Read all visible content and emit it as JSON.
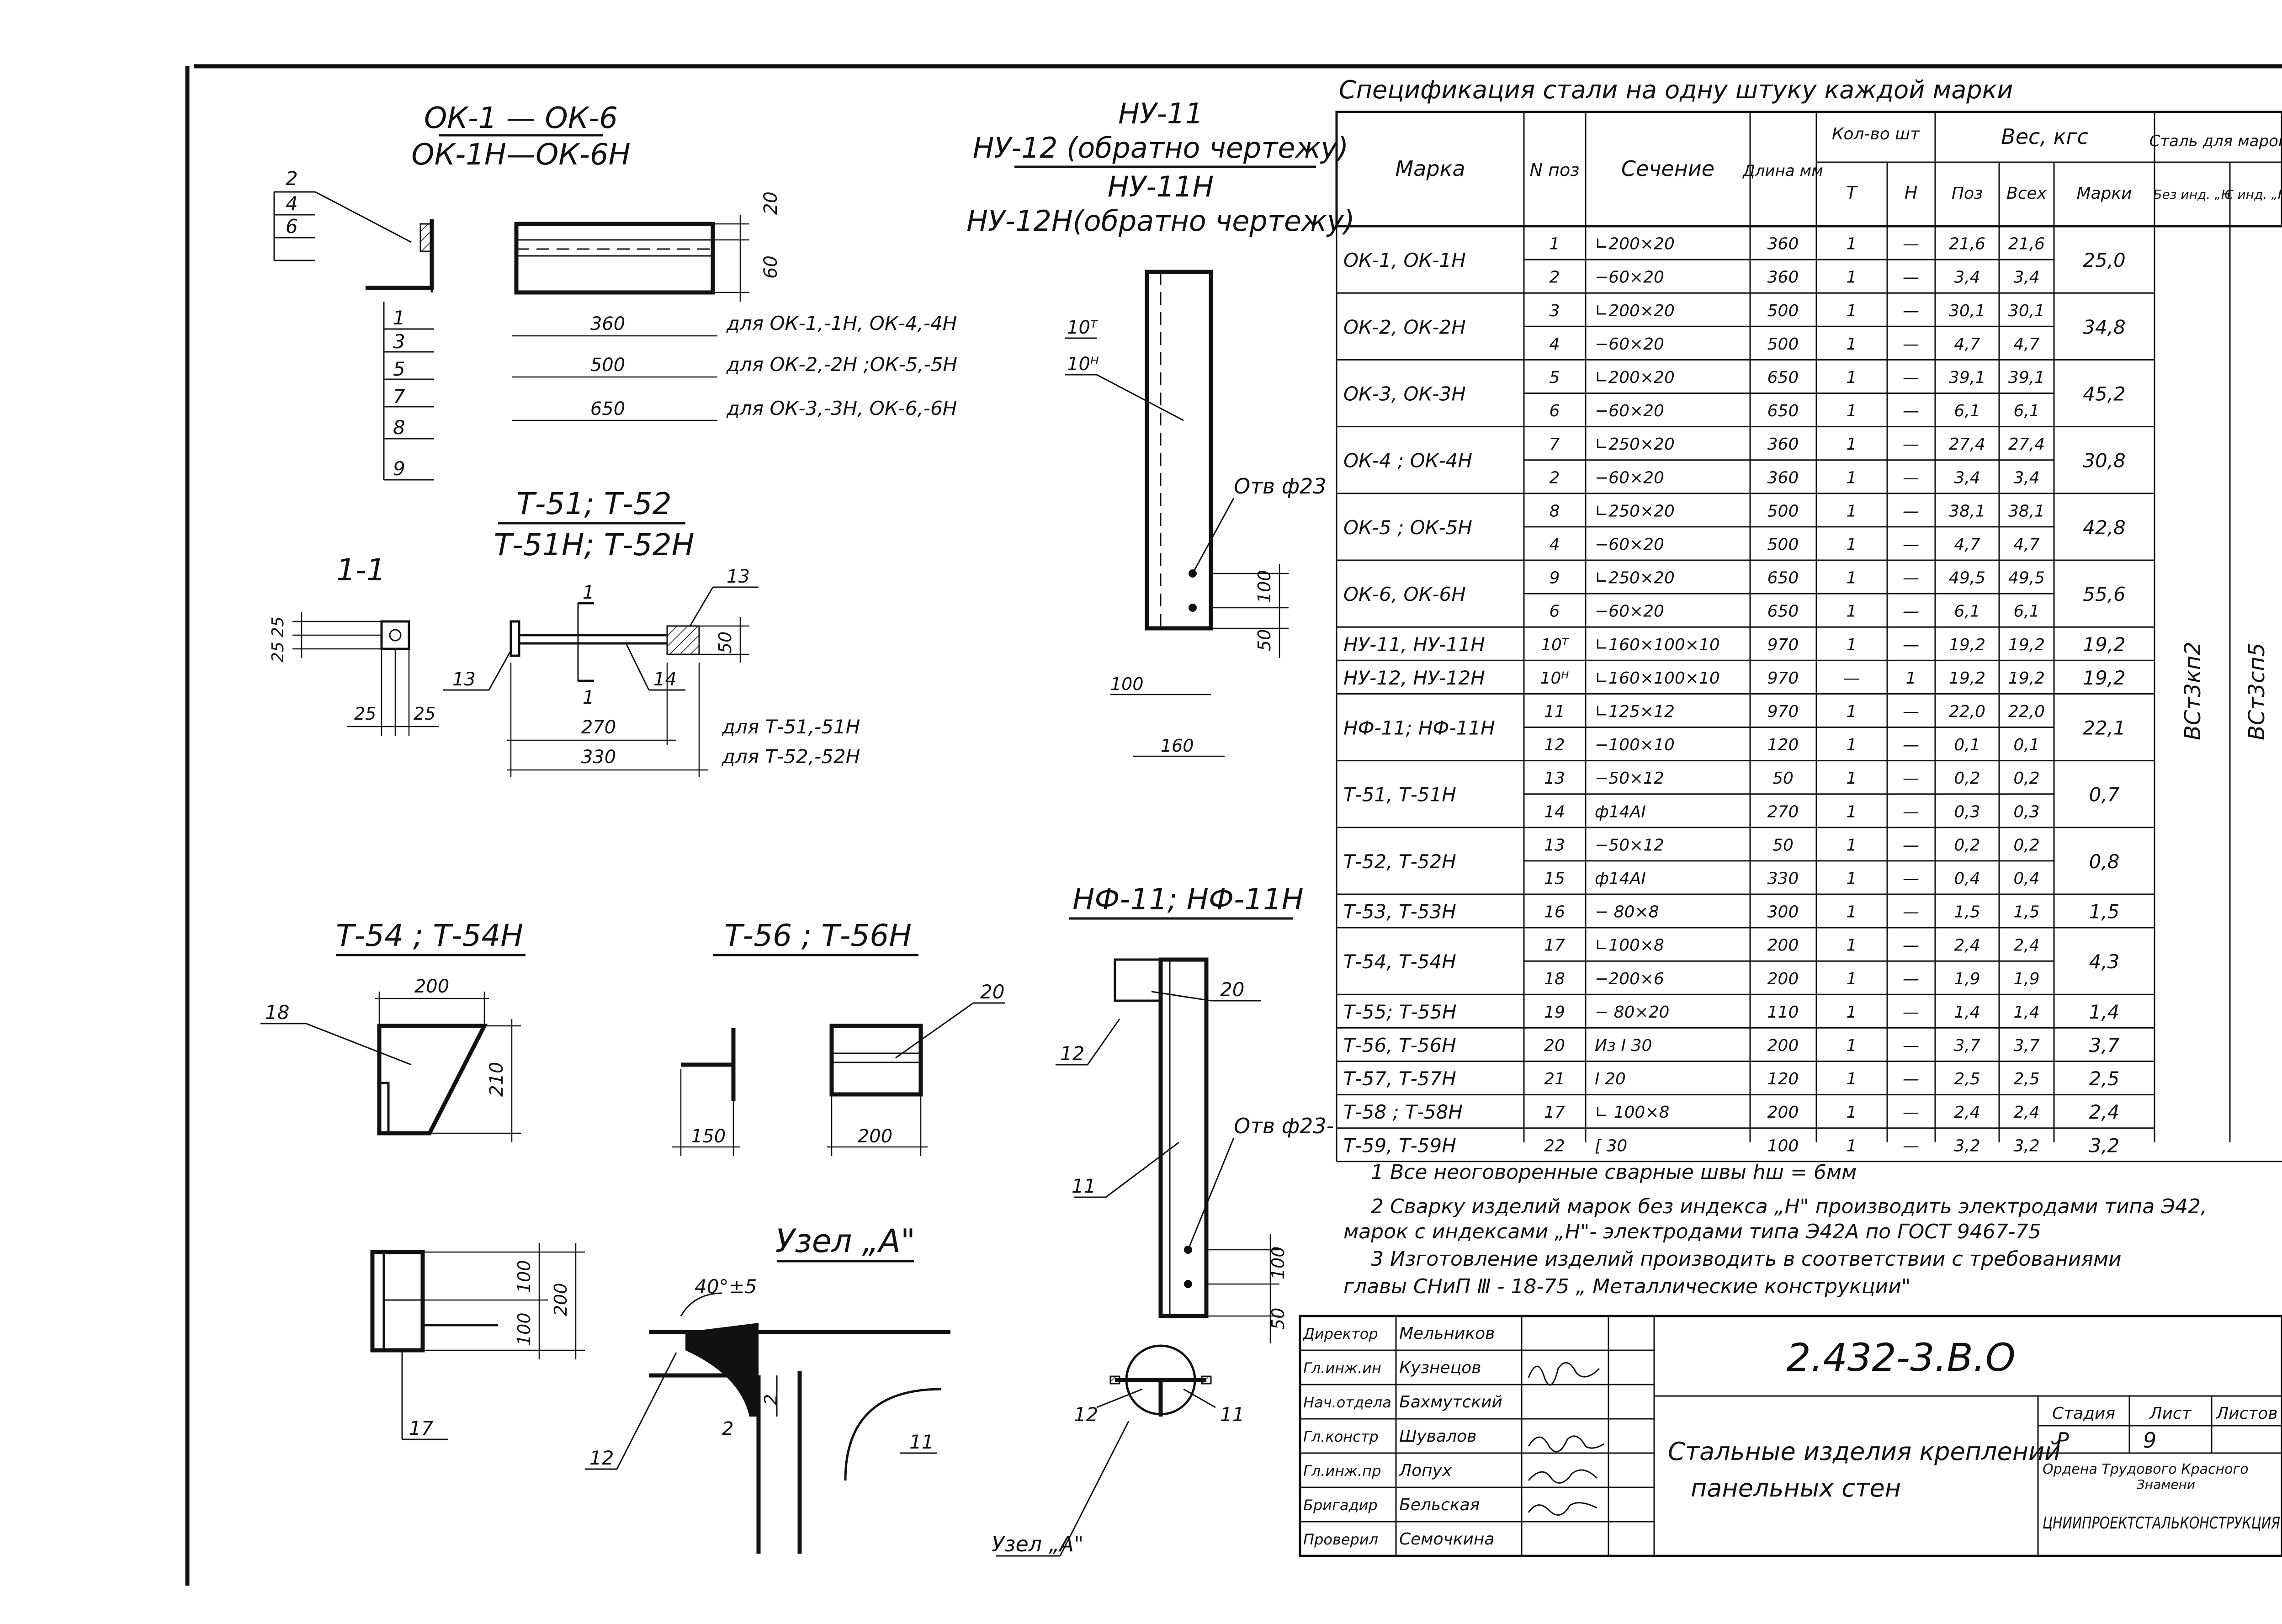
{
  "sheet": {
    "code": "2.432-3.В.О",
    "title_line1": "Стальные изделия креплений",
    "title_line2": "панельных стен",
    "stage_label": "Стадия",
    "stage_value": "Р",
    "sheet_label": "Лист",
    "sheet_value": "9",
    "sheets_label": "Листов",
    "org_line1": "Ордена Трудового Красного",
    "org_line2": "Знамени",
    "org_name": "ЦНИИПРОЕКТСТАЛЬКОНСТРУКЦИЯ"
  },
  "stamp": {
    "rows": [
      {
        "role": "Директор",
        "name": "Мельников"
      },
      {
        "role": "Гл.инж.ин",
        "name": "Кузнецов"
      },
      {
        "role": "Нач.отдела",
        "name": "Бахмутский"
      },
      {
        "role": "Гл.констр",
        "name": "Шувалов"
      },
      {
        "role": "Гл.инж.пр",
        "name": "Лопух"
      },
      {
        "role": "Бригадир",
        "name": "Бельская"
      },
      {
        "role": "Проверил",
        "name": "Семочкина"
      }
    ]
  },
  "drawings": {
    "ok": {
      "title": "ОК-1 — ОК-6",
      "subtitle": "ОК-1Н—ОК-6Н",
      "pos_top": [
        "2",
        "4",
        "6"
      ],
      "pos_bottom": [
        "1",
        "3",
        "5",
        "7",
        "8",
        "9"
      ],
      "dim_20": "20",
      "dim_60": "60",
      "lengths": [
        {
          "value": "360",
          "note": "для ОК-1,-1Н, ОК-4,-4Н"
        },
        {
          "value": "500",
          "note": "для ОК-2,-2Н ;ОК-5,-5Н"
        },
        {
          "value": "650",
          "note": "для ОК-3,-3Н, ОК-6,-6Н"
        }
      ]
    },
    "t51": {
      "title": "Т-51; Т-52",
      "subtitle": "Т-51Н; Т-52Н",
      "section_label": "1-1",
      "dims_section": [
        "25",
        "25",
        "25",
        "25"
      ],
      "pos": [
        "13",
        "13",
        "14"
      ],
      "cut_label": "1",
      "dim_50": "50",
      "lengths": [
        {
          "value": "270",
          "note": "для Т-51,-51Н"
        },
        {
          "value": "330",
          "note": "для Т-52,-52Н"
        }
      ]
    },
    "ny": {
      "title1": "НУ-11",
      "title2": "НУ-12 (обратно чертежу)",
      "title3": "НУ-11Н",
      "title4": "НУ-12Н(обратно чертежу)",
      "pos_t": "10ᵀ",
      "pos_h": "10ᴴ",
      "hole": "Отв ф23",
      "dim_100": "100",
      "dim_50": "50",
      "dim_100b": "100",
      "dim_160": "160"
    },
    "nf": {
      "title": "НФ-11; НФ-11Н",
      "pos_12": "12",
      "pos_20": "20",
      "pos_11": "11",
      "hole": "Отв ф23-",
      "dim_100": "100",
      "dim_50": "50",
      "node_label": "Узел „А\"",
      "pos_12b": "12",
      "pos_11b": "11"
    },
    "t54": {
      "title": "Т-54 ; Т-54Н",
      "pos": "18",
      "dim_200": "200",
      "dim_210": "210"
    },
    "t56": {
      "title": "Т-56 ; Т-56Н",
      "pos": "20",
      "dim_150": "150",
      "dim_200": "200"
    },
    "t57": {
      "pos": "17",
      "dim_100a": "100",
      "dim_100b": "100",
      "dim_200": "200"
    },
    "node": {
      "title": "Узел „А\"",
      "angle": "40°±5",
      "pos_12": "12",
      "pos_11": "11",
      "dim_2a": "2",
      "dim_2b": "2"
    }
  },
  "spec": {
    "title": "Спецификация стали на одну штуку каждой марки",
    "headers": {
      "mark": "Марка",
      "pos": "N поз",
      "section": "Сечение",
      "length": "Длина мм",
      "qty": "Кол-во шт",
      "qty_t": "Т",
      "qty_h": "Н",
      "weight": "Вес, кгс",
      "w_pos": "Поз",
      "w_all": "Всех",
      "w_mark": "Марки",
      "steel": "Сталь для марок",
      "steel_no_h": "Без инд. „Н",
      "steel_with_h": "С инд. „Н"
    },
    "steel_no_h": "ВСт3кп2",
    "steel_with_h": "ВСт3сп5",
    "groups": [
      {
        "mark": "ОК-1, ОК-1Н",
        "total": "25,0",
        "rows": [
          {
            "pos": "1",
            "section": "∟200×20",
            "length": "360",
            "t": "1",
            "h": "—",
            "wpos": "21,6",
            "wall": "21,6"
          },
          {
            "pos": "2",
            "section": "−60×20",
            "length": "360",
            "t": "1",
            "h": "—",
            "wpos": "3,4",
            "wall": "3,4"
          }
        ]
      },
      {
        "mark": "ОК-2, ОК-2Н",
        "total": "34,8",
        "rows": [
          {
            "pos": "3",
            "section": "∟200×20",
            "length": "500",
            "t": "1",
            "h": "—",
            "wpos": "30,1",
            "wall": "30,1"
          },
          {
            "pos": "4",
            "section": "−60×20",
            "length": "500",
            "t": "1",
            "h": "—",
            "wpos": "4,7",
            "wall": "4,7"
          }
        ]
      },
      {
        "mark": "ОК-3, ОК-3Н",
        "total": "45,2",
        "rows": [
          {
            "pos": "5",
            "section": "∟200×20",
            "length": "650",
            "t": "1",
            "h": "—",
            "wpos": "39,1",
            "wall": "39,1"
          },
          {
            "pos": "6",
            "section": "−60×20",
            "length": "650",
            "t": "1",
            "h": "—",
            "wpos": "6,1",
            "wall": "6,1"
          }
        ]
      },
      {
        "mark": "ОК-4 ; ОК-4Н",
        "total": "30,8",
        "rows": [
          {
            "pos": "7",
            "section": "∟250×20",
            "length": "360",
            "t": "1",
            "h": "—",
            "wpos": "27,4",
            "wall": "27,4"
          },
          {
            "pos": "2",
            "section": "−60×20",
            "length": "360",
            "t": "1",
            "h": "—",
            "wpos": "3,4",
            "wall": "3,4"
          }
        ]
      },
      {
        "mark": "ОК-5 ; ОК-5Н",
        "total": "42,8",
        "rows": [
          {
            "pos": "8",
            "section": "∟250×20",
            "length": "500",
            "t": "1",
            "h": "—",
            "wpos": "38,1",
            "wall": "38,1"
          },
          {
            "pos": "4",
            "section": "−60×20",
            "length": "500",
            "t": "1",
            "h": "—",
            "wpos": "4,7",
            "wall": "4,7"
          }
        ]
      },
      {
        "mark": "ОК-6, ОК-6Н",
        "total": "55,6",
        "rows": [
          {
            "pos": "9",
            "section": "∟250×20",
            "length": "650",
            "t": "1",
            "h": "—",
            "wpos": "49,5",
            "wall": "49,5"
          },
          {
            "pos": "6",
            "section": "−60×20",
            "length": "650",
            "t": "1",
            "h": "—",
            "wpos": "6,1",
            "wall": "6,1"
          }
        ]
      },
      {
        "mark": "НУ-11, НУ-11Н",
        "total": "19,2",
        "rows": [
          {
            "pos": "10ᵀ",
            "section": "∟160×100×10",
            "length": "970",
            "t": "1",
            "h": "—",
            "wpos": "19,2",
            "wall": "19,2"
          }
        ]
      },
      {
        "mark": "НУ-12, НУ-12Н",
        "total": "19,2",
        "rows": [
          {
            "pos": "10ᴴ",
            "section": "∟160×100×10",
            "length": "970",
            "t": "—",
            "h": "1",
            "wpos": "19,2",
            "wall": "19,2"
          }
        ]
      },
      {
        "mark": "НФ-11; НФ-11Н",
        "total": "22,1",
        "rows": [
          {
            "pos": "11",
            "section": "∟125×12",
            "length": "970",
            "t": "1",
            "h": "—",
            "wpos": "22,0",
            "wall": "22,0"
          },
          {
            "pos": "12",
            "section": "−100×10",
            "length": "120",
            "t": "1",
            "h": "—",
            "wpos": "0,1",
            "wall": "0,1"
          }
        ]
      },
      {
        "mark": "Т-51, Т-51Н",
        "total": "0,7",
        "rows": [
          {
            "pos": "13",
            "section": "−50×12",
            "length": "50",
            "t": "1",
            "h": "—",
            "wpos": "0,2",
            "wall": "0,2"
          },
          {
            "pos": "14",
            "section": "ф14АI",
            "length": "270",
            "t": "1",
            "h": "—",
            "wpos": "0,3",
            "wall": "0,3"
          }
        ]
      },
      {
        "mark": "Т-52, Т-52Н",
        "total": "0,8",
        "rows": [
          {
            "pos": "13",
            "section": "−50×12",
            "length": "50",
            "t": "1",
            "h": "—",
            "wpos": "0,2",
            "wall": "0,2"
          },
          {
            "pos": "15",
            "section": "ф14АI",
            "length": "330",
            "t": "1",
            "h": "—",
            "wpos": "0,4",
            "wall": "0,4"
          }
        ]
      },
      {
        "mark": "Т-53, Т-53Н",
        "total": "1,5",
        "rows": [
          {
            "pos": "16",
            "section": "− 80×8",
            "length": "300",
            "t": "1",
            "h": "—",
            "wpos": "1,5",
            "wall": "1,5"
          }
        ]
      },
      {
        "mark": "Т-54, Т-54Н",
        "total": "4,3",
        "rows": [
          {
            "pos": "17",
            "section": "∟100×8",
            "length": "200",
            "t": "1",
            "h": "—",
            "wpos": "2,4",
            "wall": "2,4"
          },
          {
            "pos": "18",
            "section": "−200×6",
            "length": "200",
            "t": "1",
            "h": "—",
            "wpos": "1,9",
            "wall": "1,9"
          }
        ]
      },
      {
        "mark": "Т-55; Т-55Н",
        "total": "1,4",
        "rows": [
          {
            "pos": "19",
            "section": "− 80×20",
            "length": "110",
            "t": "1",
            "h": "—",
            "wpos": "1,4",
            "wall": "1,4"
          }
        ]
      },
      {
        "mark": "Т-56, Т-56Н",
        "total": "3,7",
        "rows": [
          {
            "pos": "20",
            "section": "Из I 30",
            "length": "200",
            "t": "1",
            "h": "—",
            "wpos": "3,7",
            "wall": "3,7"
          }
        ]
      },
      {
        "mark": "Т-57, Т-57Н",
        "total": "2,5",
        "rows": [
          {
            "pos": "21",
            "section": "I 20",
            "length": "120",
            "t": "1",
            "h": "—",
            "wpos": "2,5",
            "wall": "2,5"
          }
        ]
      },
      {
        "mark": "Т-58 ; Т-58Н",
        "total": "2,4",
        "rows": [
          {
            "pos": "17",
            "section": "∟ 100×8",
            "length": "200",
            "t": "1",
            "h": "—",
            "wpos": "2,4",
            "wall": "2,4"
          }
        ]
      },
      {
        "mark": "Т-59, Т-59Н",
        "total": "3,2",
        "rows": [
          {
            "pos": "22",
            "section": "[ 30",
            "length": "100",
            "t": "1",
            "h": "—",
            "wpos": "3,2",
            "wall": "3,2"
          }
        ]
      }
    ]
  },
  "notes": [
    {
      "num": "1",
      "text": "Все неоговоренные сварные швы hш = 6мм"
    },
    {
      "num": "2",
      "text": "Сварку изделий марок без индекса „Н\" производить электродами типа Э42,"
    },
    {
      "num": "",
      "text": "марок с индексами „Н\"- электродами типа Э42А по ГОСТ 9467-75"
    },
    {
      "num": "3",
      "text": "Изготовление изделий производить в соответствии с требованиями"
    },
    {
      "num": "",
      "text": "главы СНиП Ⅲ - 18-75 „ Металлические конструкции\""
    }
  ]
}
